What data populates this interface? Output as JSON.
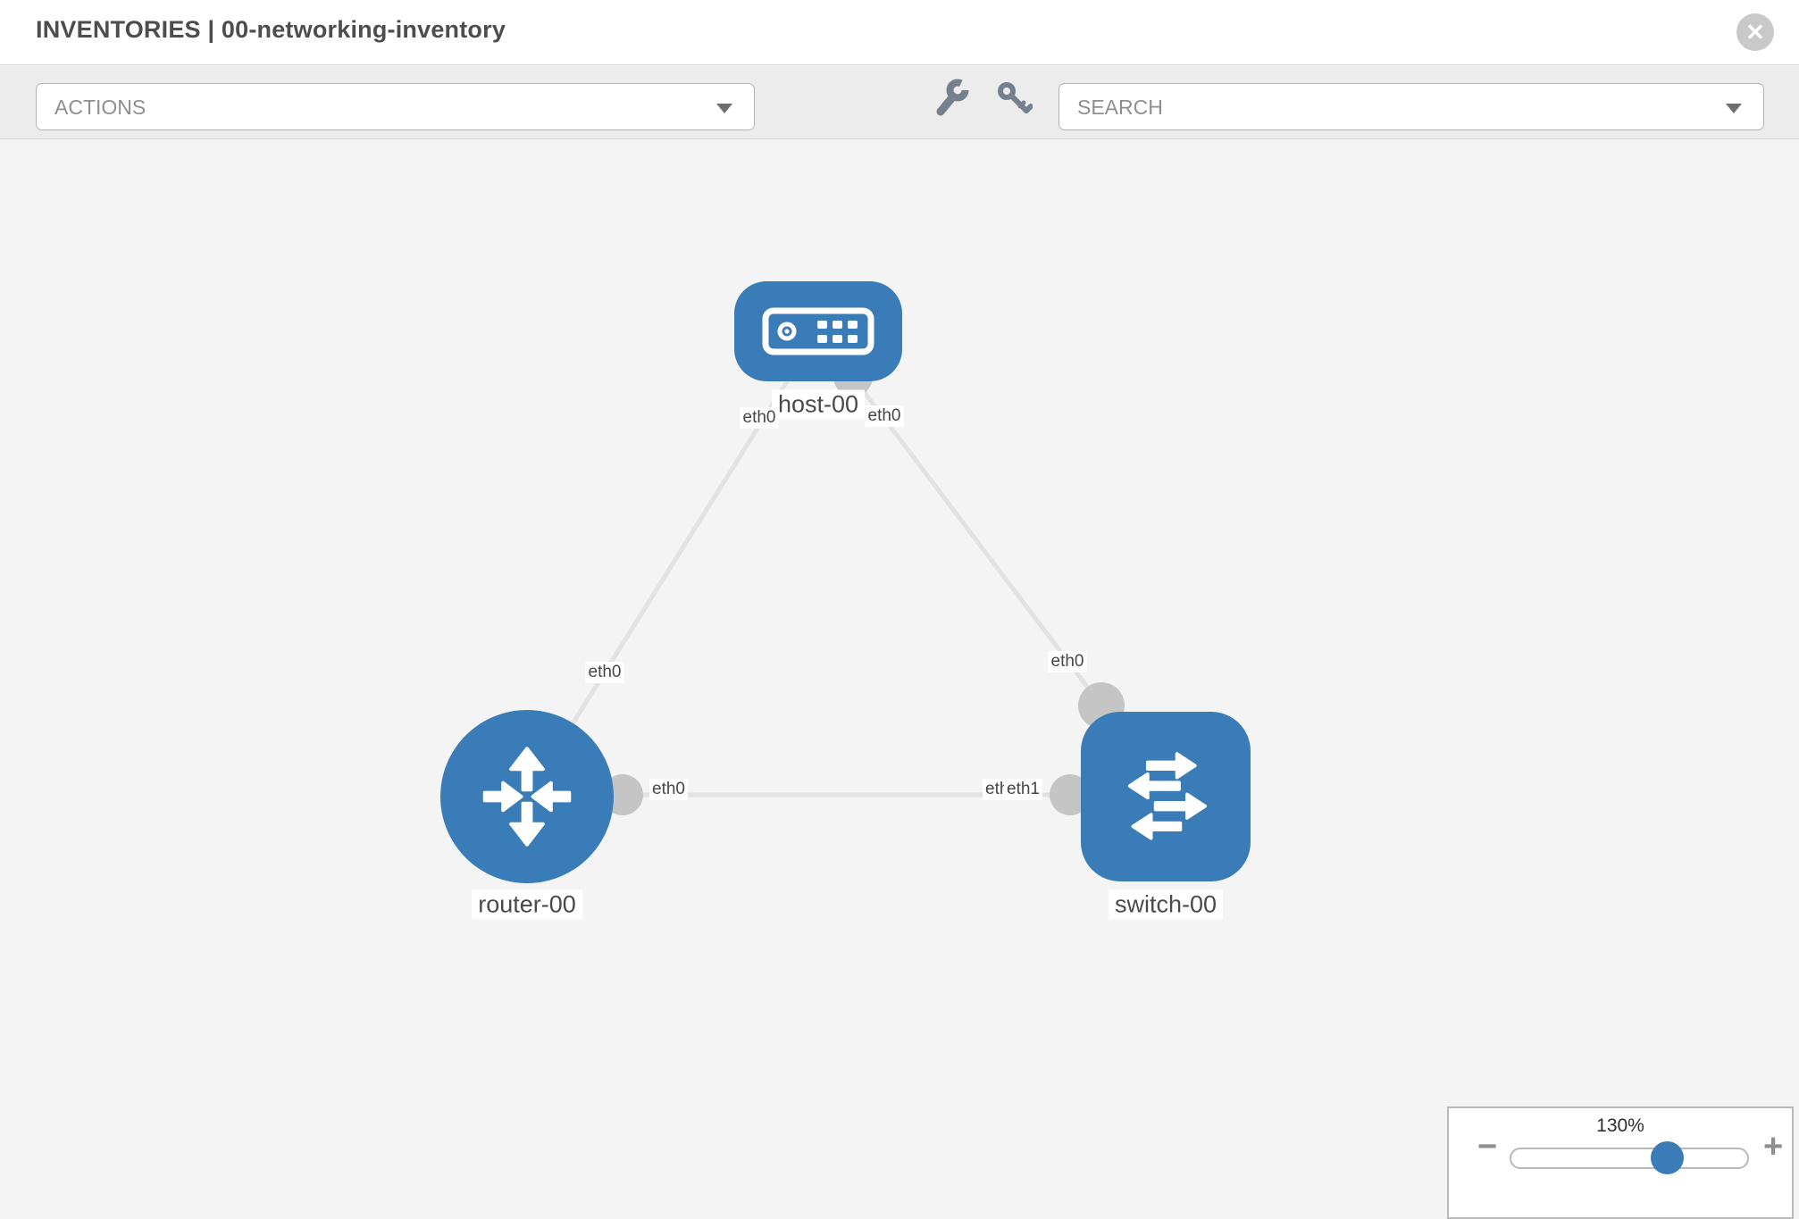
{
  "header": {
    "title": "INVENTORIES | 00-networking-inventory",
    "close_glyph": "✕"
  },
  "toolbar": {
    "actions_label": "ACTIONS",
    "search_label": "SEARCH",
    "wrench_icon": "wrench-icon",
    "key_icon": "key-icon"
  },
  "topology": {
    "nodes": [
      {
        "id": "host-00",
        "type": "host",
        "label": "host-00"
      },
      {
        "id": "router-00",
        "type": "router",
        "label": "router-00"
      },
      {
        "id": "switch-00",
        "type": "switch",
        "label": "switch-00"
      }
    ],
    "links": [
      {
        "source": "host-00",
        "target": "router-00",
        "source_port": "eth0",
        "target_port": "eth0"
      },
      {
        "source": "host-00",
        "target": "switch-00",
        "source_port": "eth0",
        "target_port": "eth0"
      },
      {
        "source": "router-00",
        "target": "switch-00",
        "source_port": "eth0",
        "target_port": "eth1"
      }
    ]
  },
  "ports": {
    "host_left": "eth0",
    "host_right": "eth0",
    "router_link_mid": "eth0",
    "switch_link_mid": "eth0",
    "router_right": "eth0",
    "switch_left_hidden": "eth0",
    "switch_left": "eth1"
  },
  "zoom_control": {
    "level": "130%",
    "minus_glyph": "−",
    "plus_glyph": "+"
  },
  "colors": {
    "node_blue": "#3a7cb8",
    "connector_gray": "#c5c5c5",
    "link_gray": "#e2e2e2",
    "toolbar_bg": "#ececec"
  }
}
